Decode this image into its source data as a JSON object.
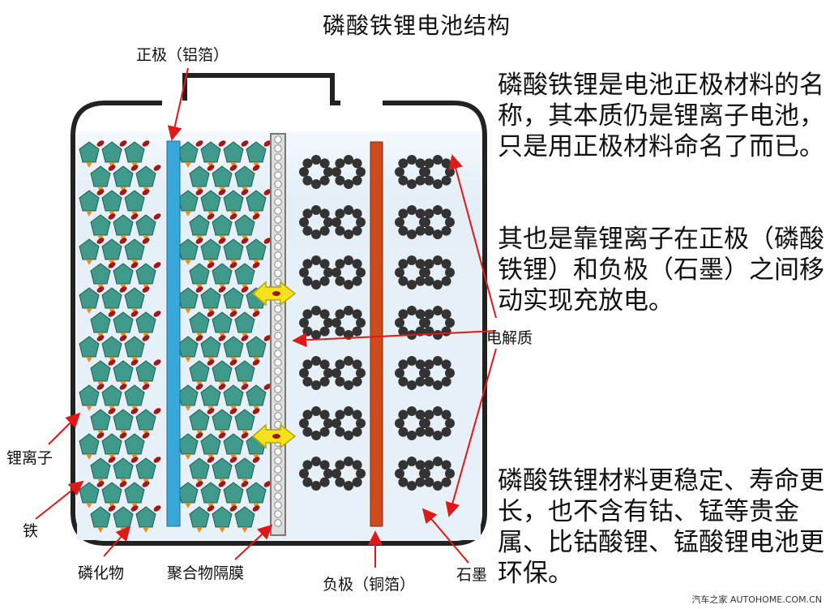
{
  "title": "磷酸铁锂电池结构",
  "labels": {
    "positive": "正极（铝箔）",
    "electrolyte": "电解质",
    "lithium_ion": "锂离子",
    "iron": "铁",
    "phosphate": "磷化物",
    "separator": "聚合物隔膜",
    "negative": "负极（铜箔）",
    "graphite": "石墨"
  },
  "paragraphs": {
    "p1": "磷酸铁锂是电池正极材料的名称，其本质仍是锂离子电池，只是用正极材料命名了而已。",
    "p2": "其也是靠锂离子在正极（磷酸铁锂）和负极（石墨）之间移动实现充放电。",
    "p3": "磷酸铁锂材料更稳定、寿命更长，也不含有钴、锰等贵金属、比钴酸锂、锰酸锂电池更环保。"
  },
  "watermark": "汽车之家 AUTOHOME.COM.CN",
  "colors": {
    "casing": "#222222",
    "electrolyte_bg": "#e3eef8",
    "aluminum_foil": "#38a8dc",
    "copper_foil": "#cf4a1c",
    "crystal_teal": "#3f9a8c",
    "crystal_orange": "#e0902a",
    "lithium_red": "#a01818",
    "graphite": "#333333",
    "separator": "#dcdcdc",
    "arrow_yellow": "#f4e21c",
    "pointer_red": "#e01818"
  }
}
